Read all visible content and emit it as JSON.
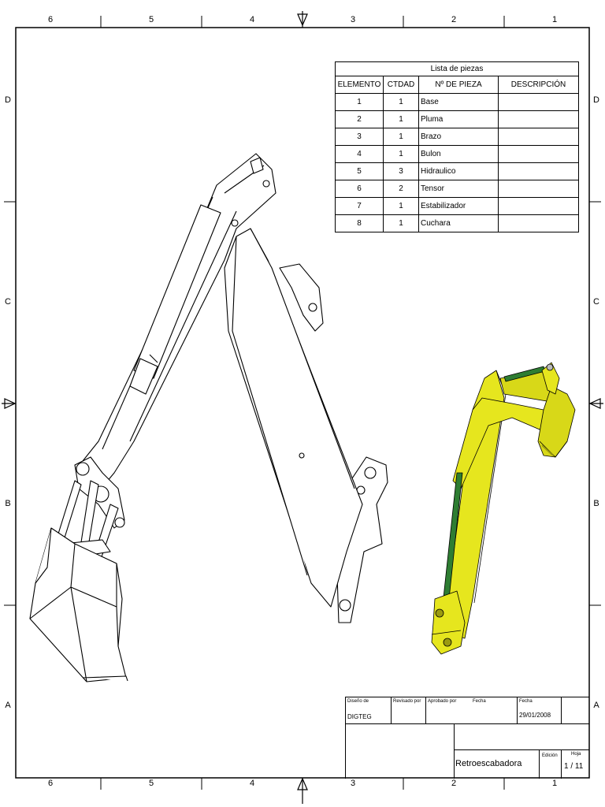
{
  "zones": {
    "columns": [
      "6",
      "5",
      "4",
      "3",
      "2",
      "1"
    ],
    "rows": [
      "D",
      "C",
      "B",
      "A"
    ]
  },
  "parts_list": {
    "title": "Lista de piezas",
    "headers": [
      "ELEMENTO",
      "CTDAD",
      "Nº DE PIEZA",
      "DESCRIPCIÓN"
    ],
    "rows": [
      {
        "item": "1",
        "qty": "1",
        "part": "Base",
        "desc": ""
      },
      {
        "item": "2",
        "qty": "1",
        "part": "Pluma",
        "desc": ""
      },
      {
        "item": "3",
        "qty": "1",
        "part": "Brazo",
        "desc": ""
      },
      {
        "item": "4",
        "qty": "1",
        "part": "Bulon",
        "desc": ""
      },
      {
        "item": "5",
        "qty": "3",
        "part": "Hidraulico",
        "desc": ""
      },
      {
        "item": "6",
        "qty": "2",
        "part": "Tensor",
        "desc": ""
      },
      {
        "item": "7",
        "qty": "1",
        "part": "Estabilizador",
        "desc": ""
      },
      {
        "item": "8",
        "qty": "1",
        "part": "Cuchara",
        "desc": ""
      }
    ]
  },
  "title_block": {
    "designed_by_label": "Diseño de",
    "designed_by": "DIGTEG",
    "reviewed_by_label": "Revisado por",
    "approved_by_label": "Aprobado por",
    "date_label_1": "Fecha",
    "date_label_2": "Fecha",
    "date": "29/01/2008",
    "title": "Retroescabadora",
    "edition_label": "Edición",
    "sheet_label": "Hoja",
    "sheet": "1 / 11"
  },
  "colors": {
    "line": "#000000",
    "shaded_body": "#e6e61e",
    "shaded_dark": "#9a9a10",
    "shaded_cylinder": "#2e7d32"
  }
}
